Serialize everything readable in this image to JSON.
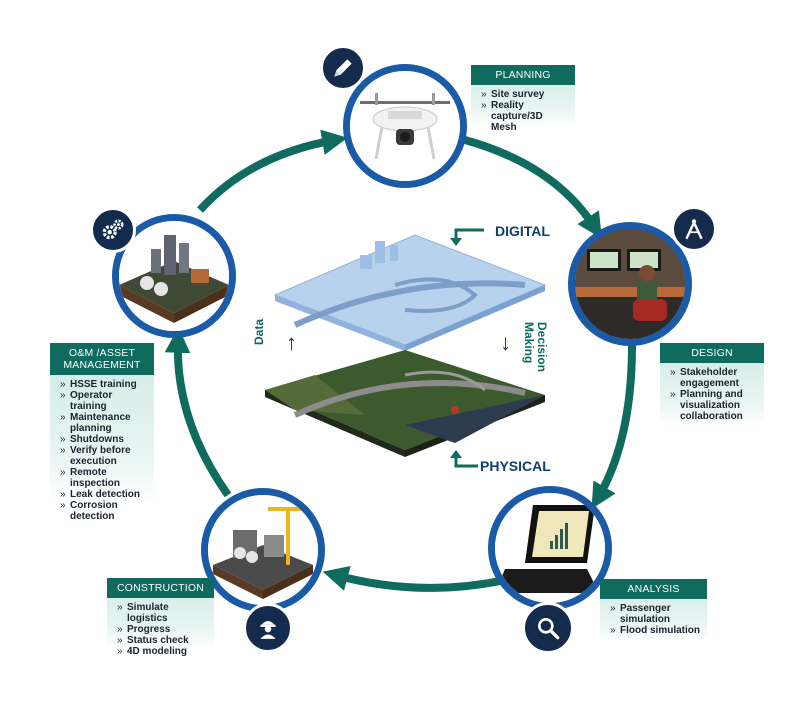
{
  "colors": {
    "ring": "#0e6b5e",
    "node_border": "#1a5aa6",
    "badge": "#152b4d",
    "card_header": "#0e6b5e"
  },
  "center": {
    "top_label": "DIGITAL",
    "bottom_label": "PHYSICAL",
    "left_label": "Data",
    "right_label_line1": "Decision",
    "right_label_line2": "Making"
  },
  "stages": {
    "planning": {
      "title": "PLANNING",
      "icon": "pencil-icon",
      "items": [
        "Site survey",
        "Reality capture/3D Mesh"
      ]
    },
    "design": {
      "title": "DESIGN",
      "icon": "compass-icon",
      "items": [
        "Stakeholder engagement",
        "Planning and visualization collaboration"
      ]
    },
    "analysis": {
      "title": "ANALYSIS",
      "icon": "magnifier-icon",
      "items": [
        "Passenger simulation",
        "Flood simulation"
      ]
    },
    "construction": {
      "title": "CONSTRUCTION",
      "icon": "worker-icon",
      "items": [
        "Simulate logistics",
        "Progress",
        "Status check",
        "4D modeling"
      ]
    },
    "om": {
      "title": "O&M /ASSET MANAGEMENT",
      "icon": "gears-icon",
      "items": [
        "HSSE training",
        "Operator training",
        "Maintenance planning",
        "Shutdowns",
        "Verify before execution",
        "Remote inspection",
        "Leak detection",
        "Corrosion detection"
      ]
    }
  }
}
